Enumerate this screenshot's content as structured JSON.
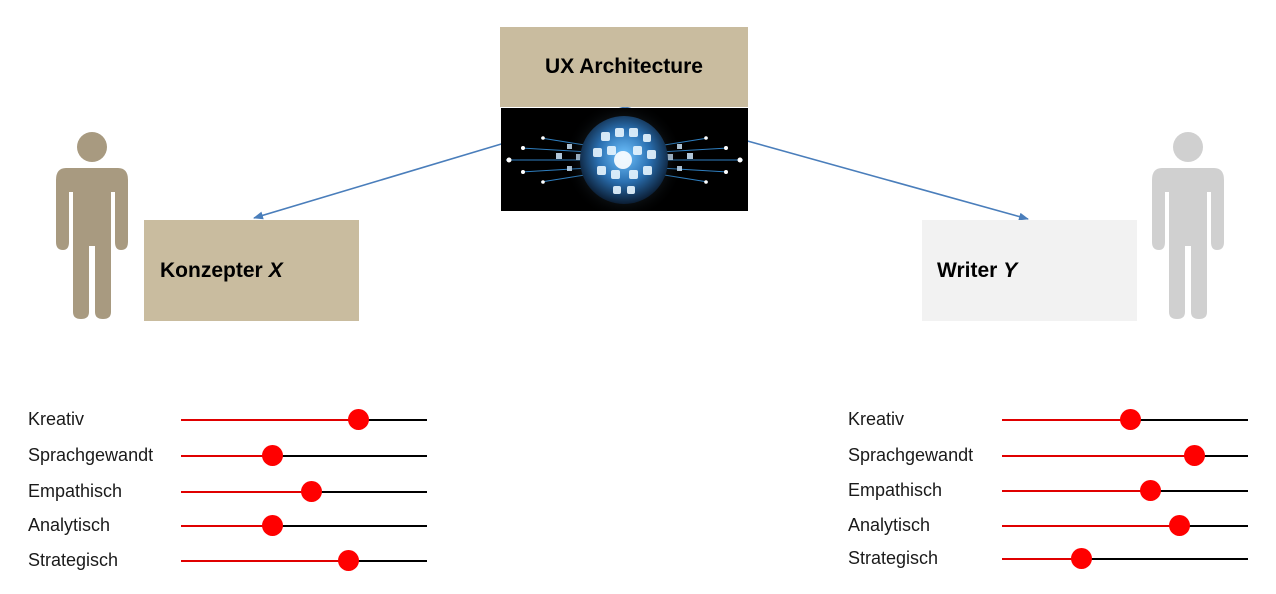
{
  "top": {
    "title": "UX Architecture",
    "image_icon": "globe-network-icon"
  },
  "left": {
    "role": "Konzepter",
    "variable": "X",
    "box_color": "#c9bc9f",
    "person_color": "#a89a80",
    "skills": [
      {
        "label": "Kreativ",
        "level": 0.72
      },
      {
        "label": "Sprachgewandt",
        "level": 0.37
      },
      {
        "label": "Empathisch",
        "level": 0.53
      },
      {
        "label": "Analytisch",
        "level": 0.37
      },
      {
        "label": "Strategisch",
        "level": 0.68
      }
    ]
  },
  "right": {
    "role": "Writer",
    "variable": "Y",
    "box_color": "#f2f2f2",
    "person_color": "#d0d0d0",
    "skills": [
      {
        "label": "Kreativ",
        "level": 0.52
      },
      {
        "label": "Sprachgewandt",
        "level": 0.78
      },
      {
        "label": "Empathisch",
        "level": 0.6
      },
      {
        "label": "Analytisch",
        "level": 0.72
      },
      {
        "label": "Strategisch",
        "level": 0.32
      }
    ]
  },
  "colors": {
    "arrow": "#4a7ebb",
    "slider_fill": "#e00000",
    "slider_knob": "#ff0000",
    "slider_track": "#000000"
  }
}
